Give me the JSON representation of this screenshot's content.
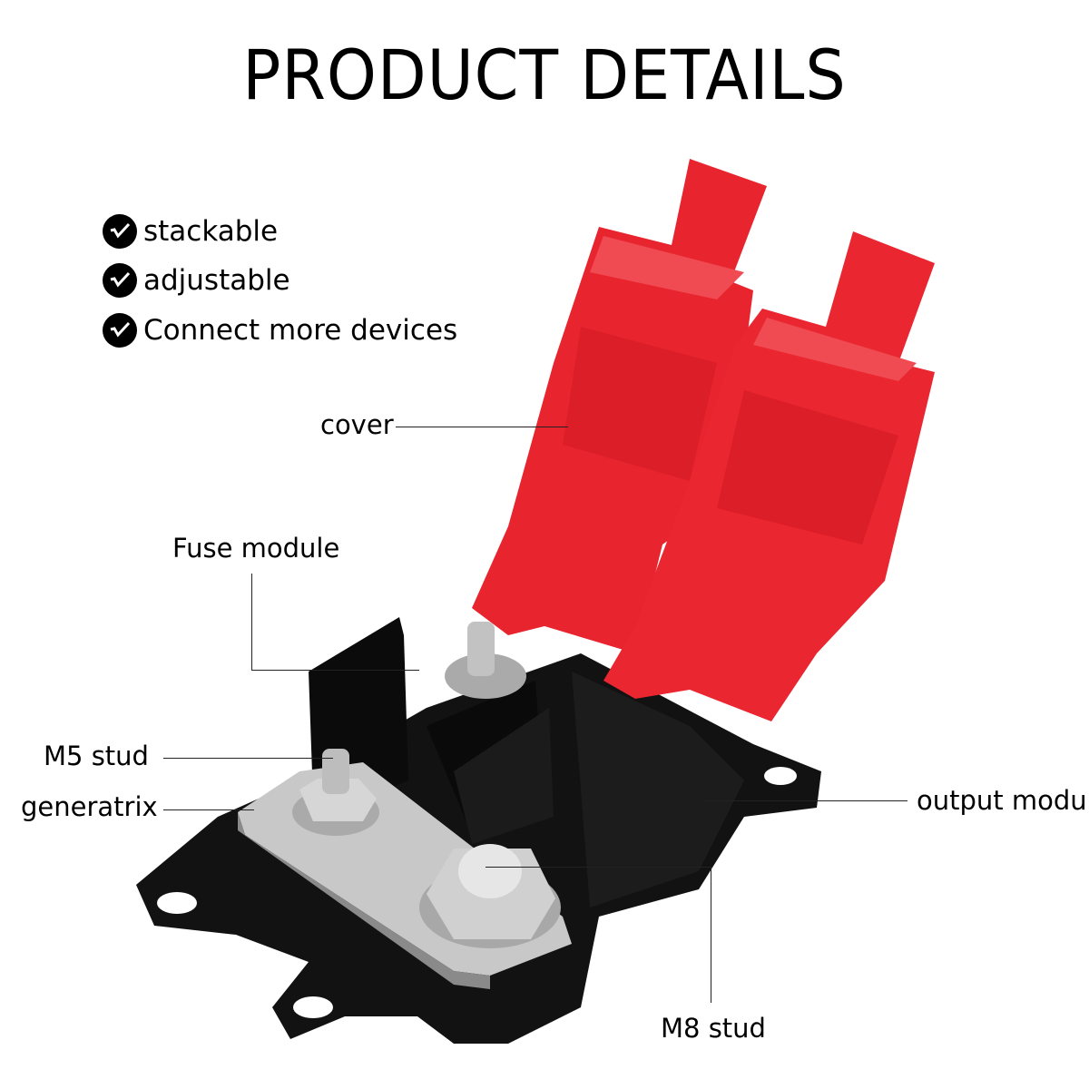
{
  "title": "PRODUCT DETAILS",
  "features": [
    {
      "icon": "check-circle-icon",
      "text": "stackable"
    },
    {
      "icon": "check-circle-icon",
      "text": "adjustable"
    },
    {
      "icon": "check-circle-icon",
      "text": "Connect more devices"
    }
  ],
  "callouts": {
    "cover": "cover",
    "fuse_module": "Fuse module",
    "m5_stud": "M5 stud",
    "generatrix": "generatrix",
    "output_module": "output module",
    "m8_stud": "M8 stud"
  },
  "colors": {
    "cover": "#e8242e",
    "base": "#111111",
    "busbar": "#c9c9c9"
  }
}
